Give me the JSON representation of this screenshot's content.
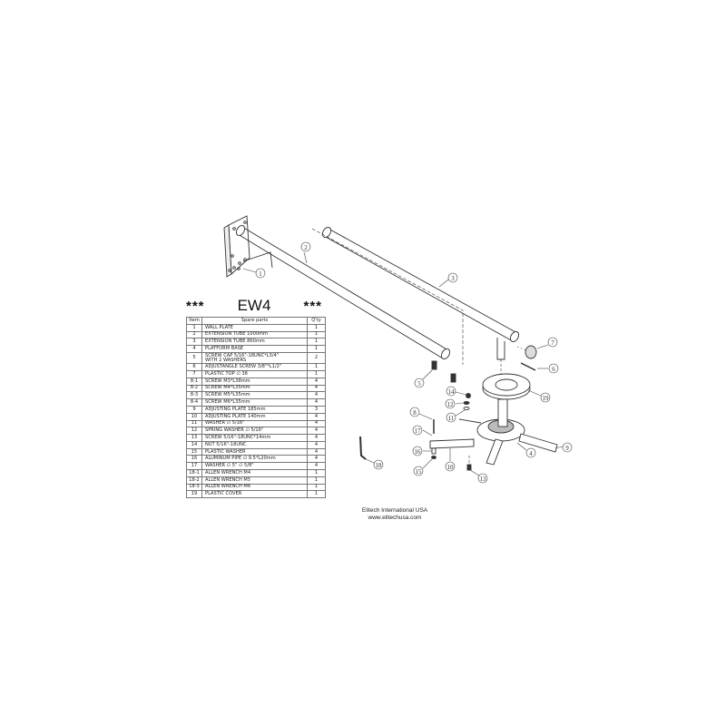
{
  "title": {
    "stars_left": "***",
    "model": "EW4",
    "stars_right": "***"
  },
  "parts_table": {
    "headers": {
      "item": "Item",
      "name": "Spare parts",
      "qty": "Q'ty"
    },
    "rows": [
      {
        "item": "1",
        "name": "WALL PLATE",
        "qty": "1"
      },
      {
        "item": "2",
        "name": "EXTENSION TUBE 1000mm",
        "qty": "1"
      },
      {
        "item": "3",
        "name": "EXTENSION TUBE 860mm",
        "qty": "1"
      },
      {
        "item": "4",
        "name": "PLATFORM BASE",
        "qty": "1"
      },
      {
        "item": "5",
        "name": "SCREW CAP 5/16\"-18UNC*L3/4\"\nWITH 2 WASHERS",
        "qty": "2"
      },
      {
        "item": "6",
        "name": "ADJUSTANGLE SCREW 3/8\"*L1/2\"",
        "qty": "1"
      },
      {
        "item": "7",
        "name": "PLASTIC TOP ∅ 38",
        "qty": "1"
      },
      {
        "item": "8-1",
        "name": "SCREW M3*L38mm",
        "qty": "4"
      },
      {
        "item": "8-2",
        "name": "SCREW M4*L35mm",
        "qty": "4"
      },
      {
        "item": "8-3",
        "name": "SCREW M5*L35mm",
        "qty": "4"
      },
      {
        "item": "8-4",
        "name": "SCREW M6*L35mm",
        "qty": "4"
      },
      {
        "item": "9",
        "name": "ADJUSTING PLATE 185mm",
        "qty": "3"
      },
      {
        "item": "10",
        "name": "ADJUSTING PLATE 140mm",
        "qty": "4"
      },
      {
        "item": "11",
        "name": "WASHER ∅ 5/16\"",
        "qty": "4"
      },
      {
        "item": "12",
        "name": "SPRING WASHER ∅ 5/16\"",
        "qty": "4"
      },
      {
        "item": "13",
        "name": "SCREW 5/16\"-18UNC*14mm",
        "qty": "4"
      },
      {
        "item": "14",
        "name": "NUT 5/16\"-18UNC",
        "qty": "4"
      },
      {
        "item": "15",
        "name": "PLASTIC WASHER",
        "qty": "4"
      },
      {
        "item": "16",
        "name": "ALUMINUM PIPE ∅ 9.5*L20mm",
        "qty": "4"
      },
      {
        "item": "17",
        "name": "WASHER ∅ 5\" ∅ 5/8\"",
        "qty": "4"
      },
      {
        "item": "18-1",
        "name": "ALLEN WRENCH M4",
        "qty": "1"
      },
      {
        "item": "18-2",
        "name": "ALLEN WRENCH M5",
        "qty": "1"
      },
      {
        "item": "18-3",
        "name": "ALLEN WRENCH M6",
        "qty": "1"
      },
      {
        "item": "19",
        "name": "PLASTIC COVER",
        "qty": "1"
      }
    ]
  },
  "callouts": [
    "1",
    "2",
    "3",
    "4",
    "5",
    "6",
    "7",
    "8",
    "9",
    "10",
    "11",
    "12",
    "13",
    "14",
    "15",
    "16",
    "17",
    "18",
    "19"
  ],
  "footer": {
    "company": "Elitech International USA",
    "website": "www.elitechusa.com"
  },
  "colors": {
    "line": "#333333",
    "table_border": "#777777",
    "background": "#ffffff"
  }
}
